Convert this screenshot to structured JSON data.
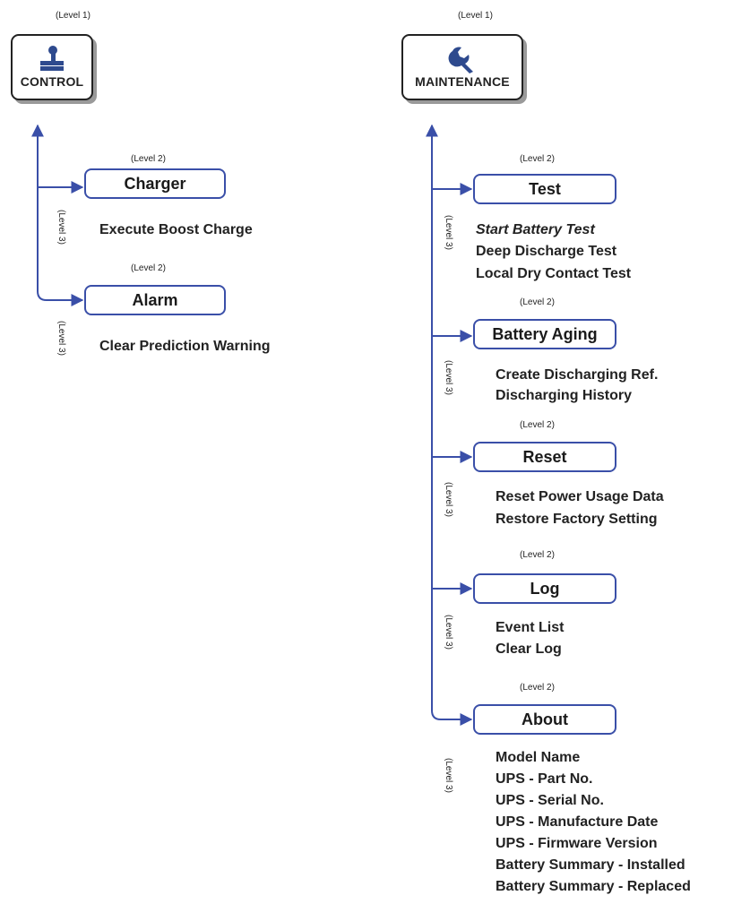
{
  "control": {
    "level1_label": "(Level 1)",
    "title": "CONTROL",
    "icon": "control-stamp-icon",
    "children": [
      {
        "level_label": "(Level 2)",
        "label": "Charger",
        "sub_level_label": "(Level 3)",
        "items": [
          "Execute Boost Charge"
        ]
      },
      {
        "level_label": "(Level 2)",
        "label": "Alarm",
        "sub_level_label": "(Level 3)",
        "items": [
          "Clear Prediction Warning"
        ]
      }
    ]
  },
  "maintenance": {
    "level1_label": "(Level 1)",
    "title": "MAINTENANCE",
    "icon": "wrench-icon",
    "children": [
      {
        "level_label": "(Level 2)",
        "label": "Test",
        "sub_level_label": "(Level 3)",
        "items": [
          "Start Battery Test",
          "Deep Discharge Test",
          "Local Dry Contact Test"
        ]
      },
      {
        "level_label": "(Level 2)",
        "label": "Battery Aging",
        "sub_level_label": "(Level 3)",
        "items": [
          "Create Discharging Ref.",
          "Discharging History"
        ]
      },
      {
        "level_label": "(Level 2)",
        "label": "Reset",
        "sub_level_label": "(Level 3)",
        "items": [
          "Reset Power Usage Data",
          "Restore Factory Setting"
        ]
      },
      {
        "level_label": "(Level 2)",
        "label": "Log",
        "sub_level_label": "(Level 3)",
        "items": [
          "Event List",
          "Clear Log"
        ]
      },
      {
        "level_label": "(Level 2)",
        "label": "About",
        "sub_level_label": "(Level 3)",
        "items": [
          "Model Name",
          "UPS - Part No.",
          "UPS - Serial No.",
          "UPS - Manufacture Date",
          "UPS - Firmware Version",
          "Battery Summary - Installed",
          "Battery Summary - Replaced"
        ]
      }
    ]
  },
  "colors": {
    "connector": "#3a4fa8",
    "box_border": "#3a4fa8",
    "icon": "#2e4a8e"
  }
}
